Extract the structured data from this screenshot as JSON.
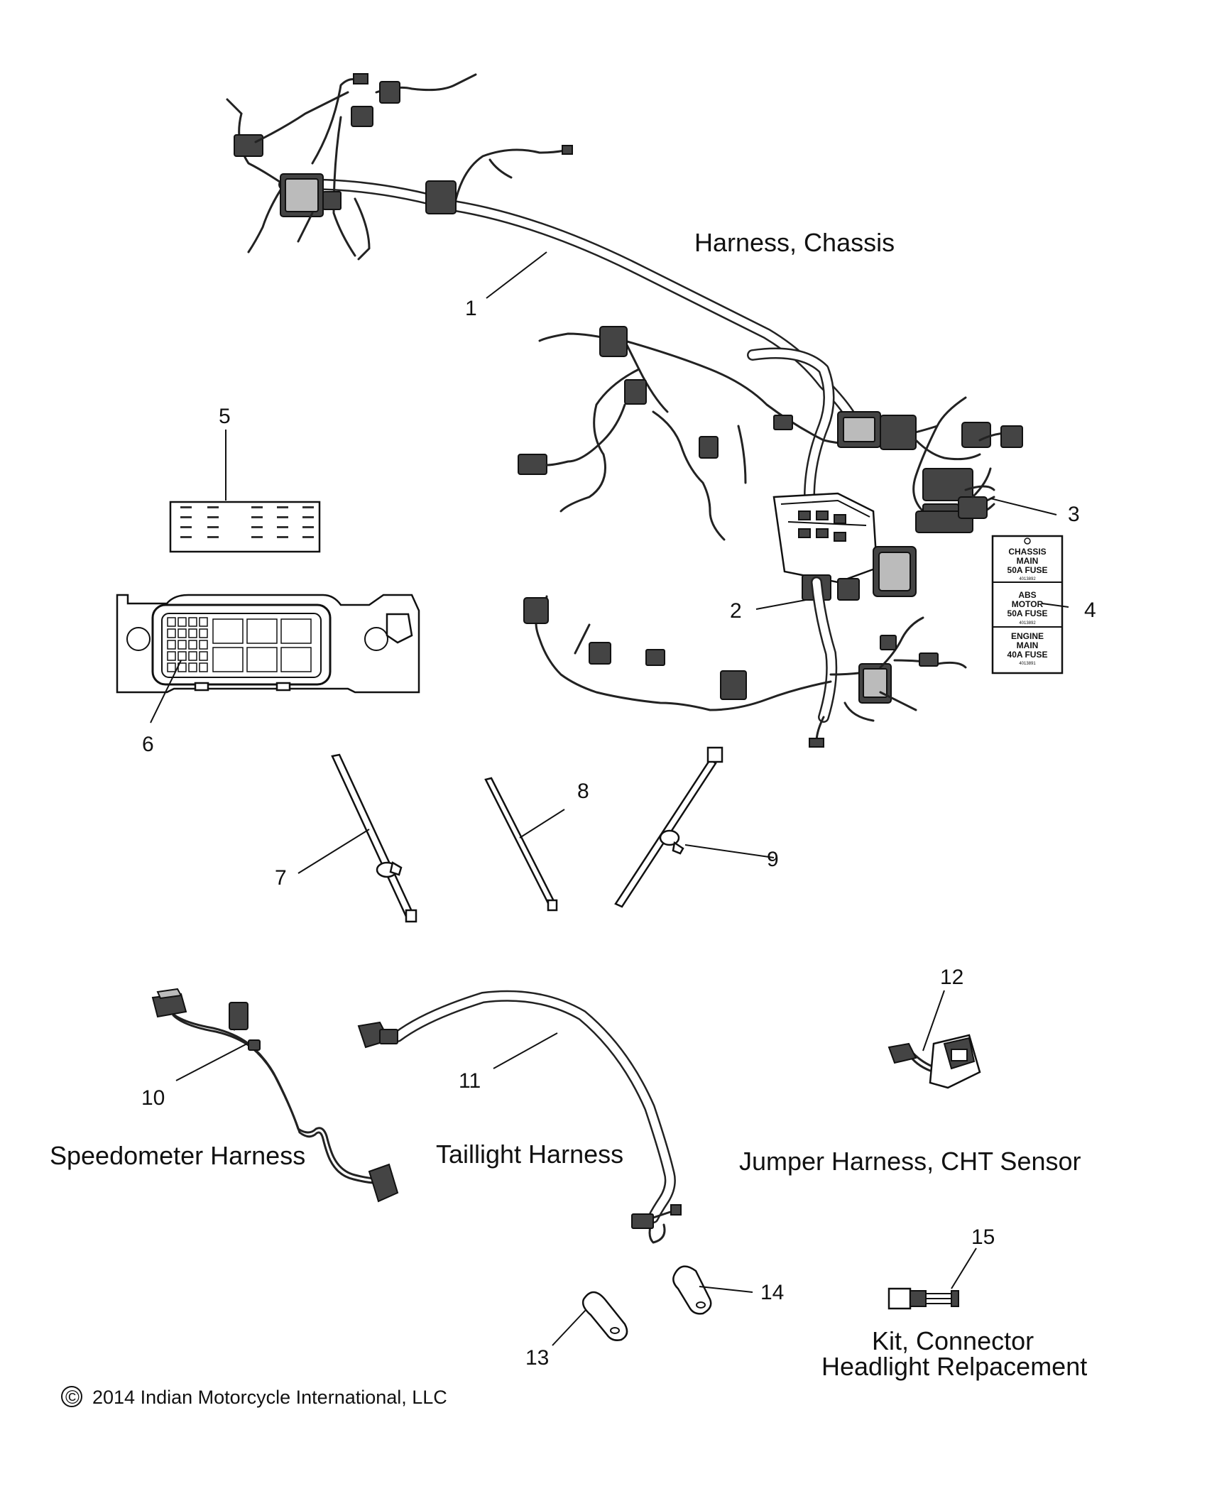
{
  "labels": {
    "harness_chassis": "Harness, Chassis",
    "speedometer_harness": "Speedometer Harness",
    "taillight_harness": "Taillight Harness",
    "jumper_harness": "Jumper Harness, CHT Sensor",
    "kit_connector_line1": "Kit, Connector",
    "kit_connector_line2": "Headlight Relpacement"
  },
  "callouts": [
    "1",
    "2",
    "3",
    "4",
    "5",
    "6",
    "7",
    "8",
    "9",
    "10",
    "11",
    "12",
    "13",
    "14",
    "15"
  ],
  "fuse_label": {
    "sections": [
      {
        "lines": [
          "CHASSIS",
          "MAIN",
          "50A FUSE"
        ],
        "code": "4013892"
      },
      {
        "lines": [
          "ABS",
          "MOTOR",
          "50A FUSE"
        ],
        "code": "4013892"
      },
      {
        "lines": [
          "ENGINE",
          "MAIN",
          "40A FUSE"
        ],
        "code": "4013891"
      }
    ]
  },
  "copyright": {
    "symbol": "©",
    "text": "2014 Indian Motorcycle International, LLC"
  }
}
